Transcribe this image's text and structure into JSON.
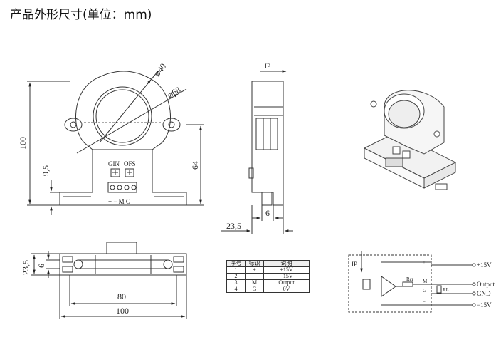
{
  "title": "产品外形尺寸(单位：mm)",
  "front_view": {
    "dia_inner": "⌀40",
    "dia_outer": "⌀68",
    "height_total": "100",
    "height_lower": "9,5",
    "height_body": "64",
    "label_gin": "GIN",
    "label_ofs": "OFS",
    "pin_labels": "+ − M G"
  },
  "side_view": {
    "ip_label": "IP",
    "dim_pin": "6",
    "dim_depth": "23,5"
  },
  "bottom_view": {
    "dim_height": "23,5",
    "dim_inner": "6",
    "dim_80": "80",
    "dim_100": "100"
  },
  "pin_table": {
    "headers": [
      "序号",
      "标识",
      "说明"
    ],
    "rows": [
      [
        "1",
        "+",
        "+15V"
      ],
      [
        "2",
        "−",
        "−15V"
      ],
      [
        "3",
        "M",
        "Output"
      ],
      [
        "4",
        "G",
        "0V"
      ]
    ]
  },
  "circuit": {
    "ip_label": "IP",
    "terminals": [
      "+",
      "M",
      "G",
      "−"
    ],
    "outputs": [
      "+15V",
      "Output",
      "GND",
      "−15V"
    ],
    "res_label": "Rcr",
    "load_label": "RL"
  }
}
